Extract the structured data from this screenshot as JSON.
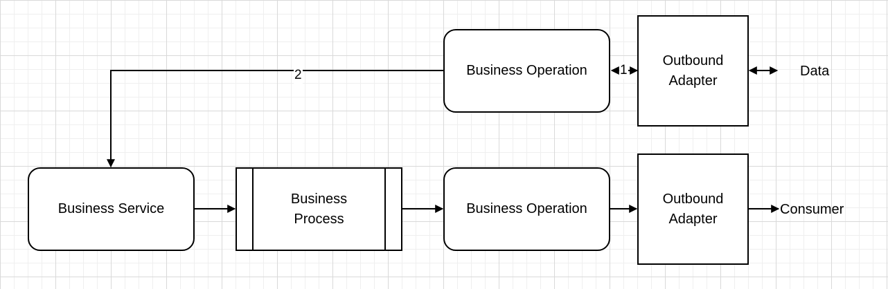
{
  "nodes": {
    "business_operation_top": "Business Operation",
    "outbound_adapter_top": "Outbound\nAdapter",
    "business_service": "Business Service",
    "business_process": "Business\nProcess",
    "business_operation_bottom": "Business Operation",
    "outbound_adapter_bottom": "Outbound\nAdapter"
  },
  "labels": {
    "data": "Data",
    "consumer": "Consumer"
  },
  "edge_labels": {
    "edge_1": "1",
    "edge_2": "2"
  },
  "colors": {
    "stroke": "#000000",
    "fill": "#ffffff",
    "grid_major": "#d9d9d9",
    "grid_minor": "#efefef"
  }
}
